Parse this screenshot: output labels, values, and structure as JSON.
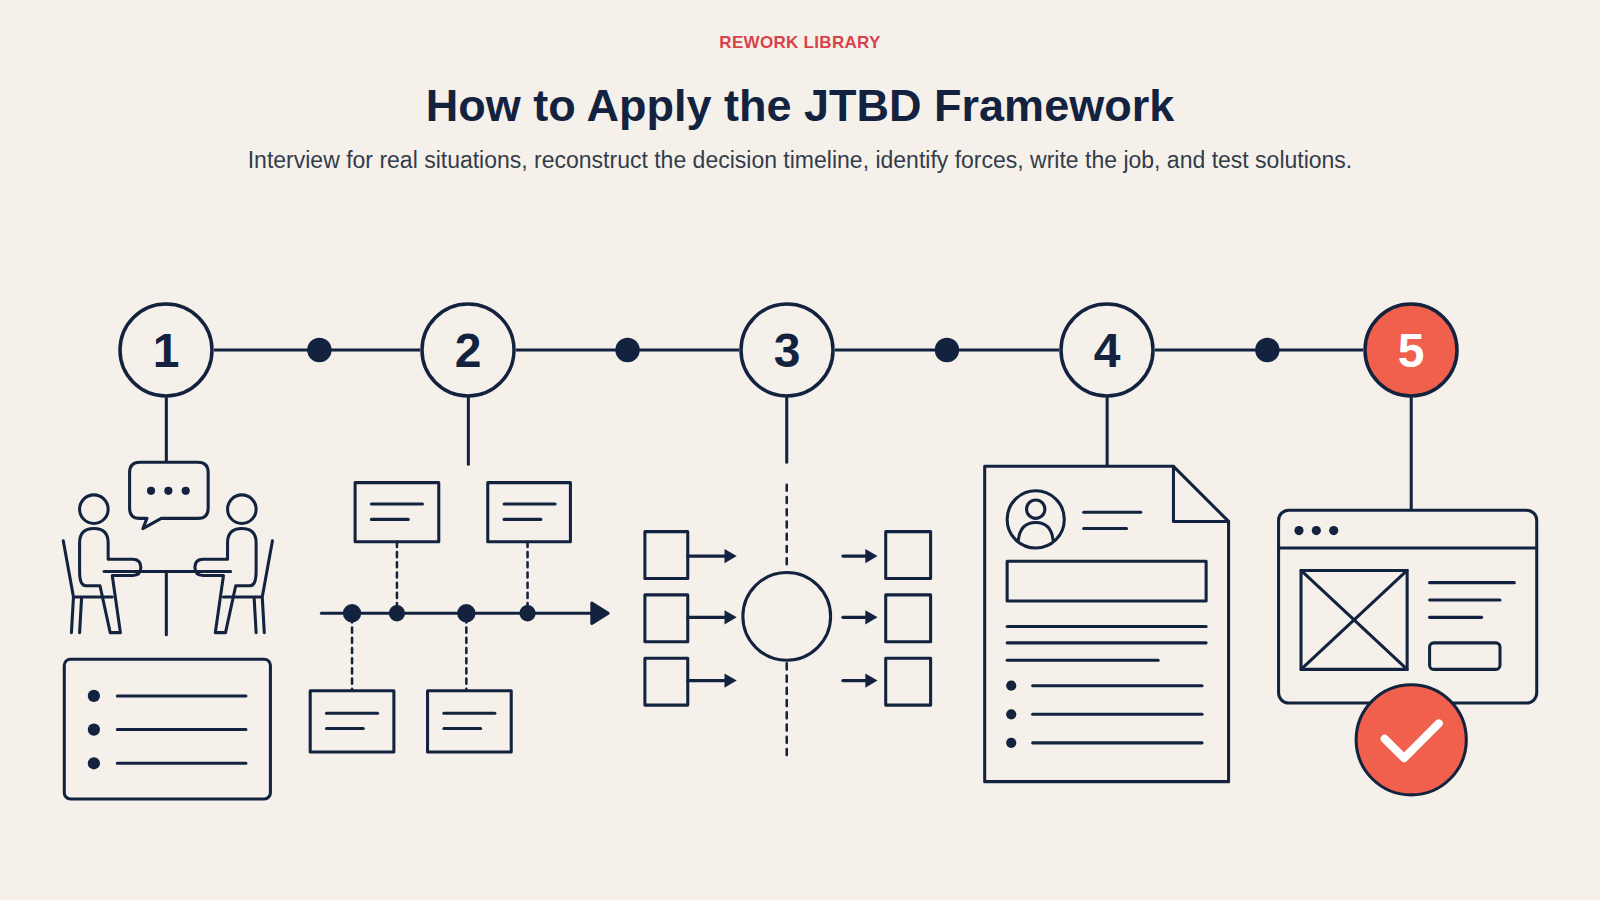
{
  "diagram": {
    "title": "How to Apply the JTBD Framework",
    "caption": "Interview for real situations, reconstruct the decision timeline, identify forces, write the job, and test solutions.",
    "nodes": [
      {
        "text": [
          "1"
        ]
      },
      {
        "text": [
          "2"
        ]
      },
      {
        "text": [
          "3"
        ]
      },
      {
        "text": [
          "4"
        ]
      },
      {
        "text": [
          "5"
        ]
      }
    ],
    "edges": [
      {
        "from": 0,
        "to": 1,
        "arrow": "none"
      },
      {
        "from": 1,
        "to": 2,
        "arrow": "none"
      },
      {
        "from": 2,
        "to": 3,
        "arrow": "none"
      },
      {
        "from": 3,
        "to": 4,
        "arrow": "none"
      }
    ],
    "labels": [
      "REWORK LIBRARY"
    ]
  }
}
